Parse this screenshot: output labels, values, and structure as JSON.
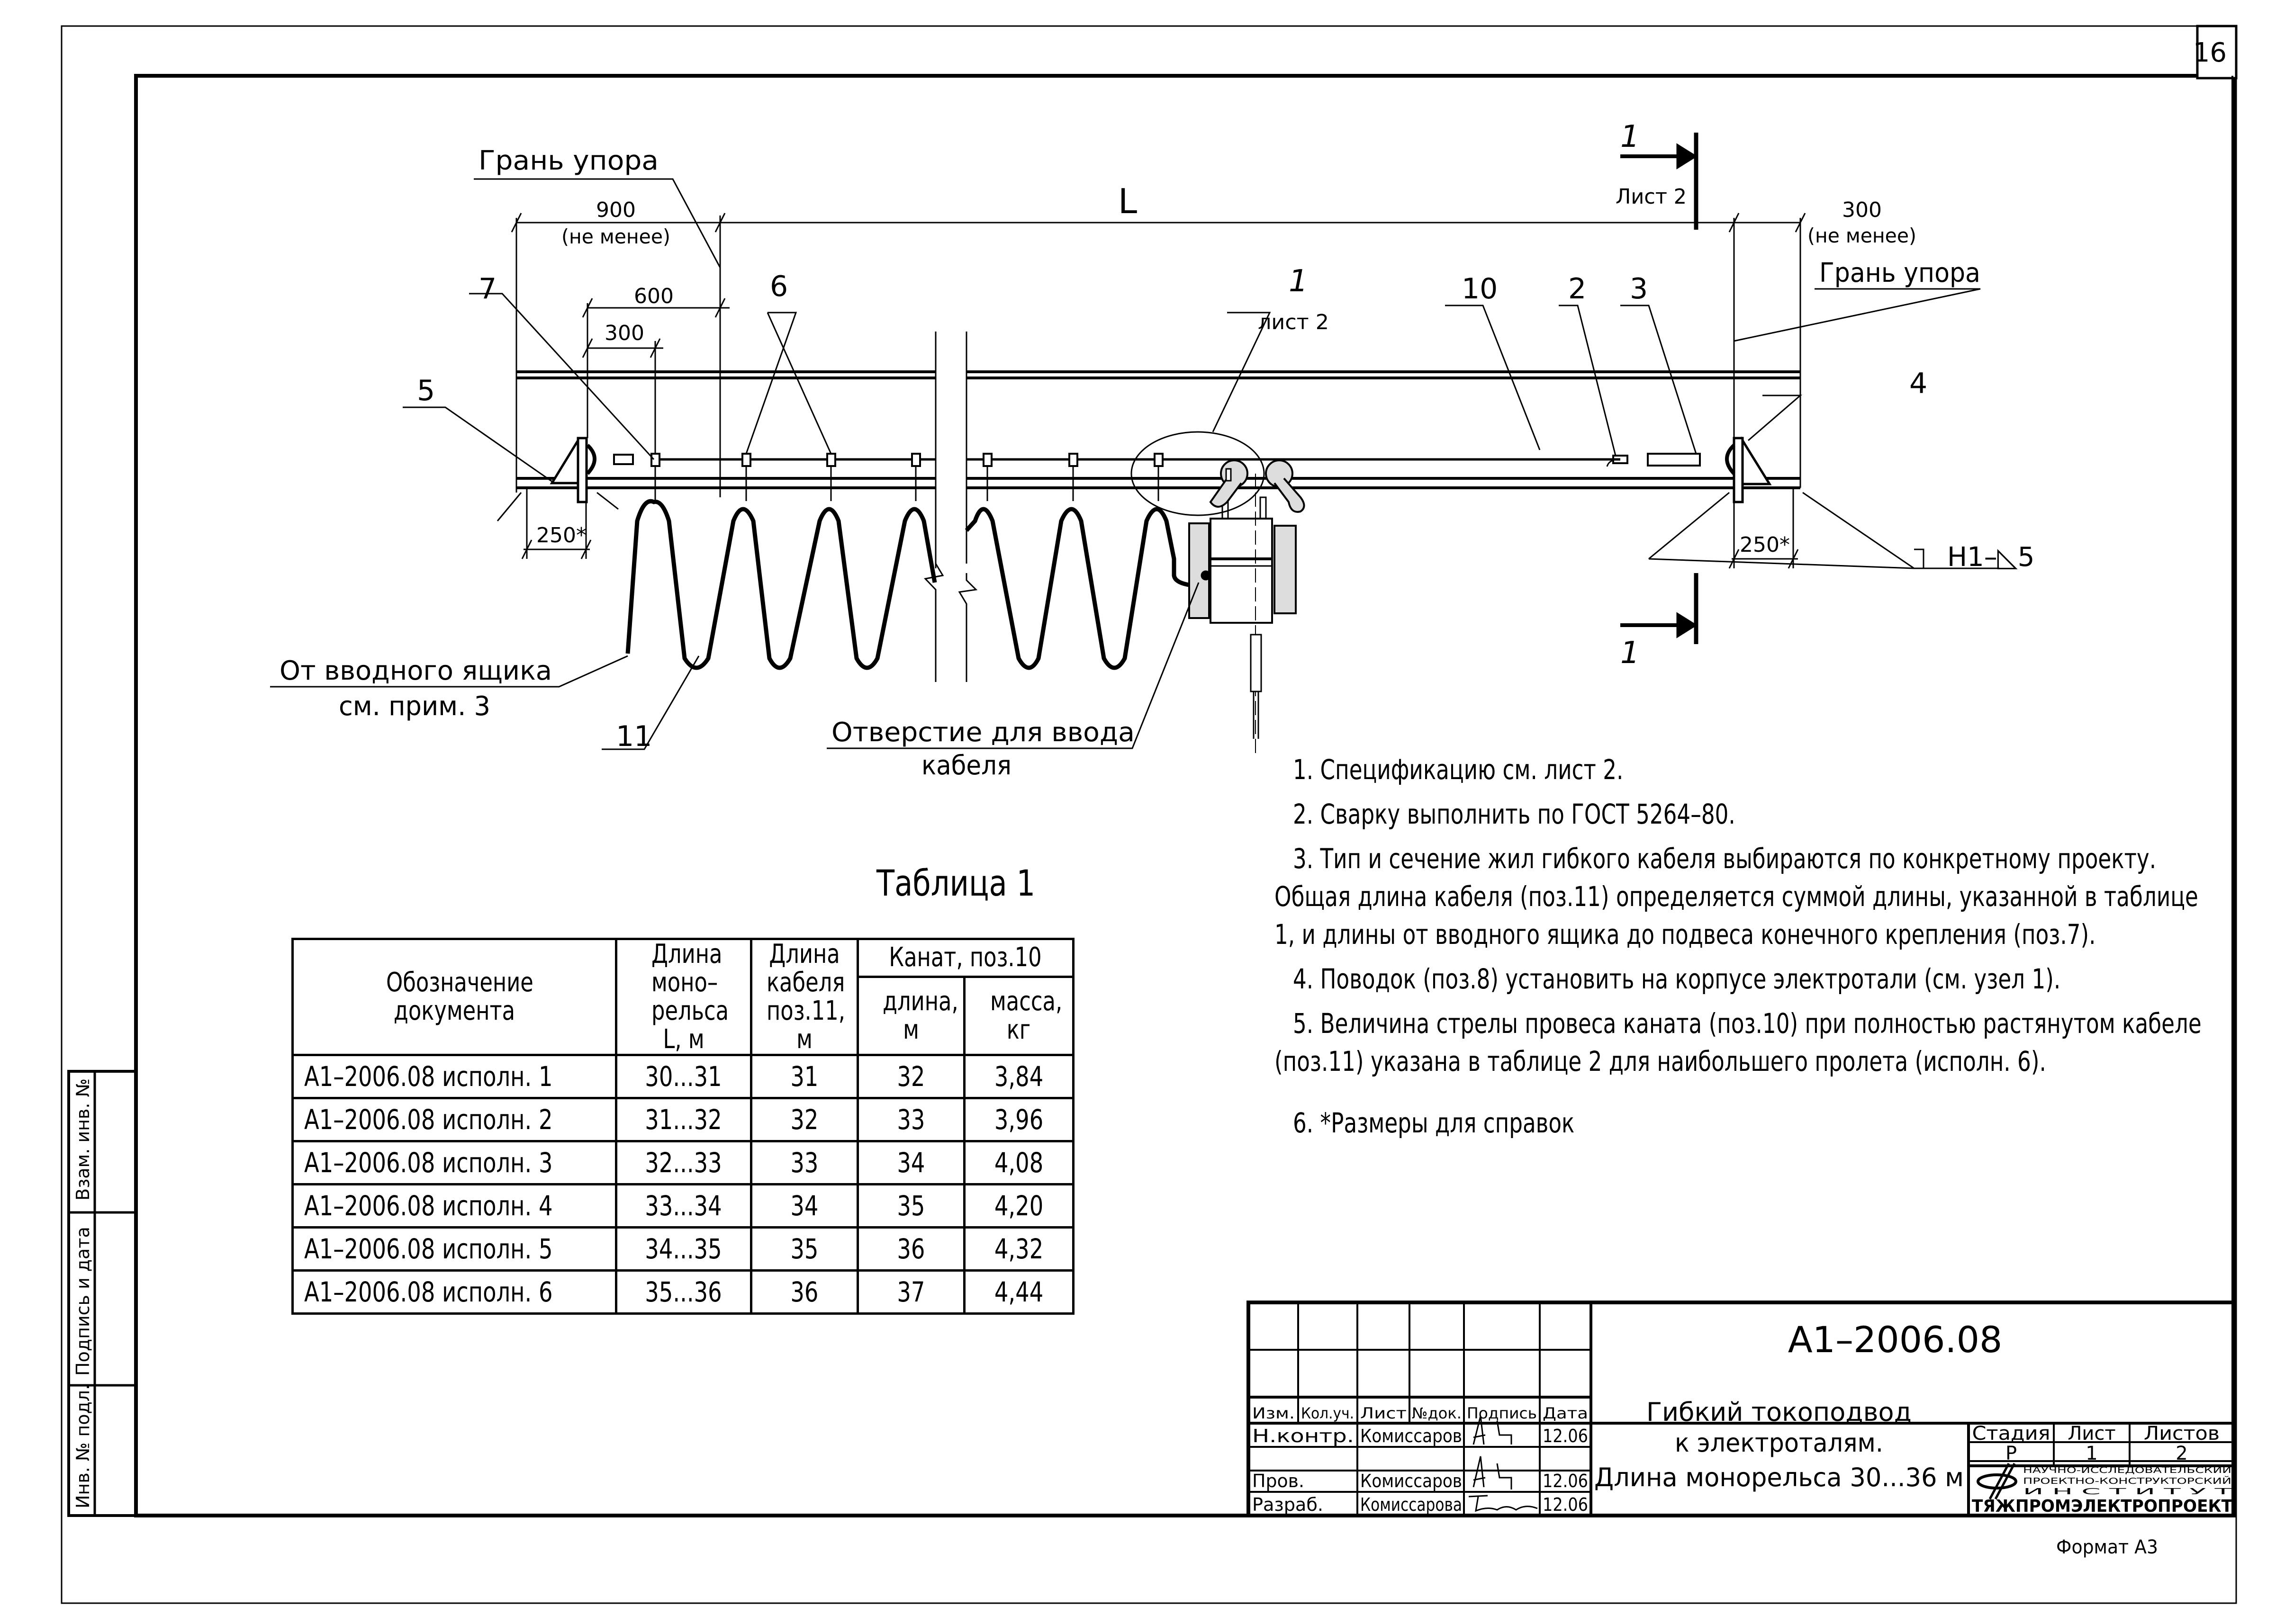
{
  "sheet": {
    "page_number": "16",
    "format_label": "Формат А3"
  },
  "side_stamp": {
    "cells": [
      "Взам. инв. №",
      "Подпись и дата",
      "Инв. № подл."
    ]
  },
  "drawing": {
    "dim_L": "L",
    "dim_900": "900",
    "dim_900_note": "(не менее)",
    "dim_300_right": "300",
    "dim_300_right_note": "(не менее)",
    "dim_600": "600",
    "dim_300_left": "300",
    "dim_250_left": "250*",
    "dim_250_right": "250*",
    "label_face_stop_left": "Грань упора",
    "label_face_stop_right": "Грань упора",
    "section_mark": "1",
    "section_sheet": "Лист 2",
    "node_mark": "1",
    "node_sheet": "лист 2",
    "weld_symbol": "Н1–◺5",
    "callouts": [
      "7",
      "5",
      "6",
      "10",
      "2",
      "3",
      "4",
      "11"
    ],
    "label_from_box": "От вводного ящика",
    "label_from_box_note": "см. прим. 3",
    "label_cable_hole": "Отверстие для ввода",
    "label_cable_hole_2": "кабеля"
  },
  "notes": [
    "1. Спецификацию см. лист 2.",
    "2. Сварку выполнить по ГОСТ 5264–80.",
    "3. Тип и сечение жил гибкого кабеля выбираются по конкретному проекту. Общая длина кабеля (поз.11) определяется суммой длины, указанной в таблице 1, и длины от вводного ящика до подвеса конечного крепления (поз.7).",
    "4. Поводок (поз.8) установить на корпусе электротали (см. узел 1).",
    "5. Величина стрелы провеса каната (поз.10) при полностью растянутом кабеле (поз.11) указана в таблице 2 для наибольшего пролета (исполн. 6).",
    "6. *Размеры для справок"
  ],
  "table1": {
    "title": "Таблица 1",
    "headers": {
      "doc": "Обозначение документа",
      "rail_len": "Длина моно–рельса L, м",
      "cable_len": "Длина кабеля поз.11, м",
      "rope_group": "Канат, поз.10",
      "rope_len": "длина, м",
      "rope_mass": "масса, кг"
    },
    "rows": [
      {
        "doc": "А1–2006.08  исполн. 1",
        "rail": "30...31",
        "cable": "31",
        "rope_len": "32",
        "rope_mass": "3,84"
      },
      {
        "doc": "А1–2006.08  исполн. 2",
        "rail": "31...32",
        "cable": "32",
        "rope_len": "33",
        "rope_mass": "3,96"
      },
      {
        "doc": "А1–2006.08  исполн. 3",
        "rail": "32...33",
        "cable": "33",
        "rope_len": "34",
        "rope_mass": "4,08"
      },
      {
        "doc": "А1–2006.08  исполн. 4",
        "rail": "33...34",
        "cable": "34",
        "rope_len": "35",
        "rope_mass": "4,20"
      },
      {
        "doc": "А1–2006.08  исполн. 5",
        "rail": "34...35",
        "cable": "35",
        "rope_len": "36",
        "rope_mass": "4,32"
      },
      {
        "doc": "А1–2006.08  исполн. 6",
        "rail": "35...36",
        "cable": "36",
        "rope_len": "37",
        "rope_mass": "4,44"
      }
    ]
  },
  "title_block": {
    "doc_code": "А1–2006.08",
    "col_headers": [
      "Изм.",
      "Кол.уч.",
      "Лист",
      "№док.",
      "Подпись",
      "Дата"
    ],
    "rows": [
      {
        "role": "Н.контр.",
        "name": "Комиссаров",
        "date": "12.06"
      },
      {
        "role": "Пров.",
        "name": "Комиссаров",
        "date": "12.06"
      },
      {
        "role": "Разраб.",
        "name": "Комиссарова",
        "date": "12.06"
      }
    ],
    "title_lines": [
      "Гибкий токоподвод",
      "к электроталям.",
      "Длина монорельса 30...36 м"
    ],
    "stage_header": "Стадия",
    "sheet_header": "Лист",
    "sheets_header": "Листов",
    "stage": "Р",
    "sheet": "1",
    "sheets": "2",
    "org_lines": [
      "НАУЧНО-ИССЛЕДОВАТЕЛЬСКИЙ",
      "ПРОЕКТНО-КОНСТРУКТОРСКИЙ",
      "И Н С Т И Т У Т"
    ],
    "org_name": "ТЯЖПРОМЭЛЕКТРОПРОЕКТ"
  }
}
